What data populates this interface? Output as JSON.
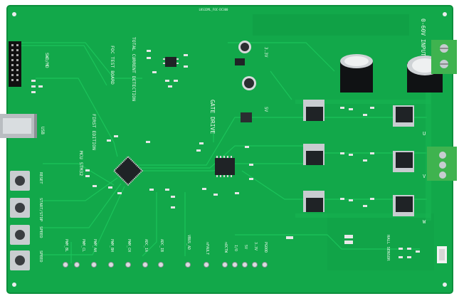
{
  "board": {
    "colors": {
      "pcb": "#12a84a",
      "pcb_dark": "#0c8f3c",
      "trace": "#1bbf57",
      "silk": "#eaf7ea",
      "chip": "#1f2326",
      "metal": "#c8ccd0",
      "terminal": "#3fb34f"
    },
    "titles": {
      "top_code": "LKS32ML_FOC-DC300",
      "total_current": "TOTAL CURRENT DETECTION",
      "foc_board": "FOC TEST BOARD",
      "edition": "FIRST EDITION",
      "mcu": "MCU STM32",
      "gate_drive": "GATE DRIVE",
      "input": "0-60V INPUT"
    },
    "power_labels": {
      "v33": "3.3V",
      "v5": "5V"
    },
    "left_labels": {
      "swd": "SWD/MD",
      "usb": "USB"
    },
    "buttons": [
      {
        "label": "RESET"
      },
      {
        "label": "START/STOP"
      },
      {
        "label": "SPEED"
      },
      {
        "label": "SPEED"
      }
    ],
    "test_points": [
      "PWM_BL",
      "PWM_CL",
      "PWM_AH",
      "PWM_BH",
      "PWM_CH",
      "ADC_IA",
      "ADC_IB",
      "VBUS_AD",
      "nFAULT",
      "nOCTW",
      "I/O",
      "5V",
      "3.3V",
      "PGOOD"
    ],
    "connector_labels": {
      "hall": "HALL SENSOR"
    },
    "phases": [
      "U",
      "V",
      "W"
    ]
  }
}
